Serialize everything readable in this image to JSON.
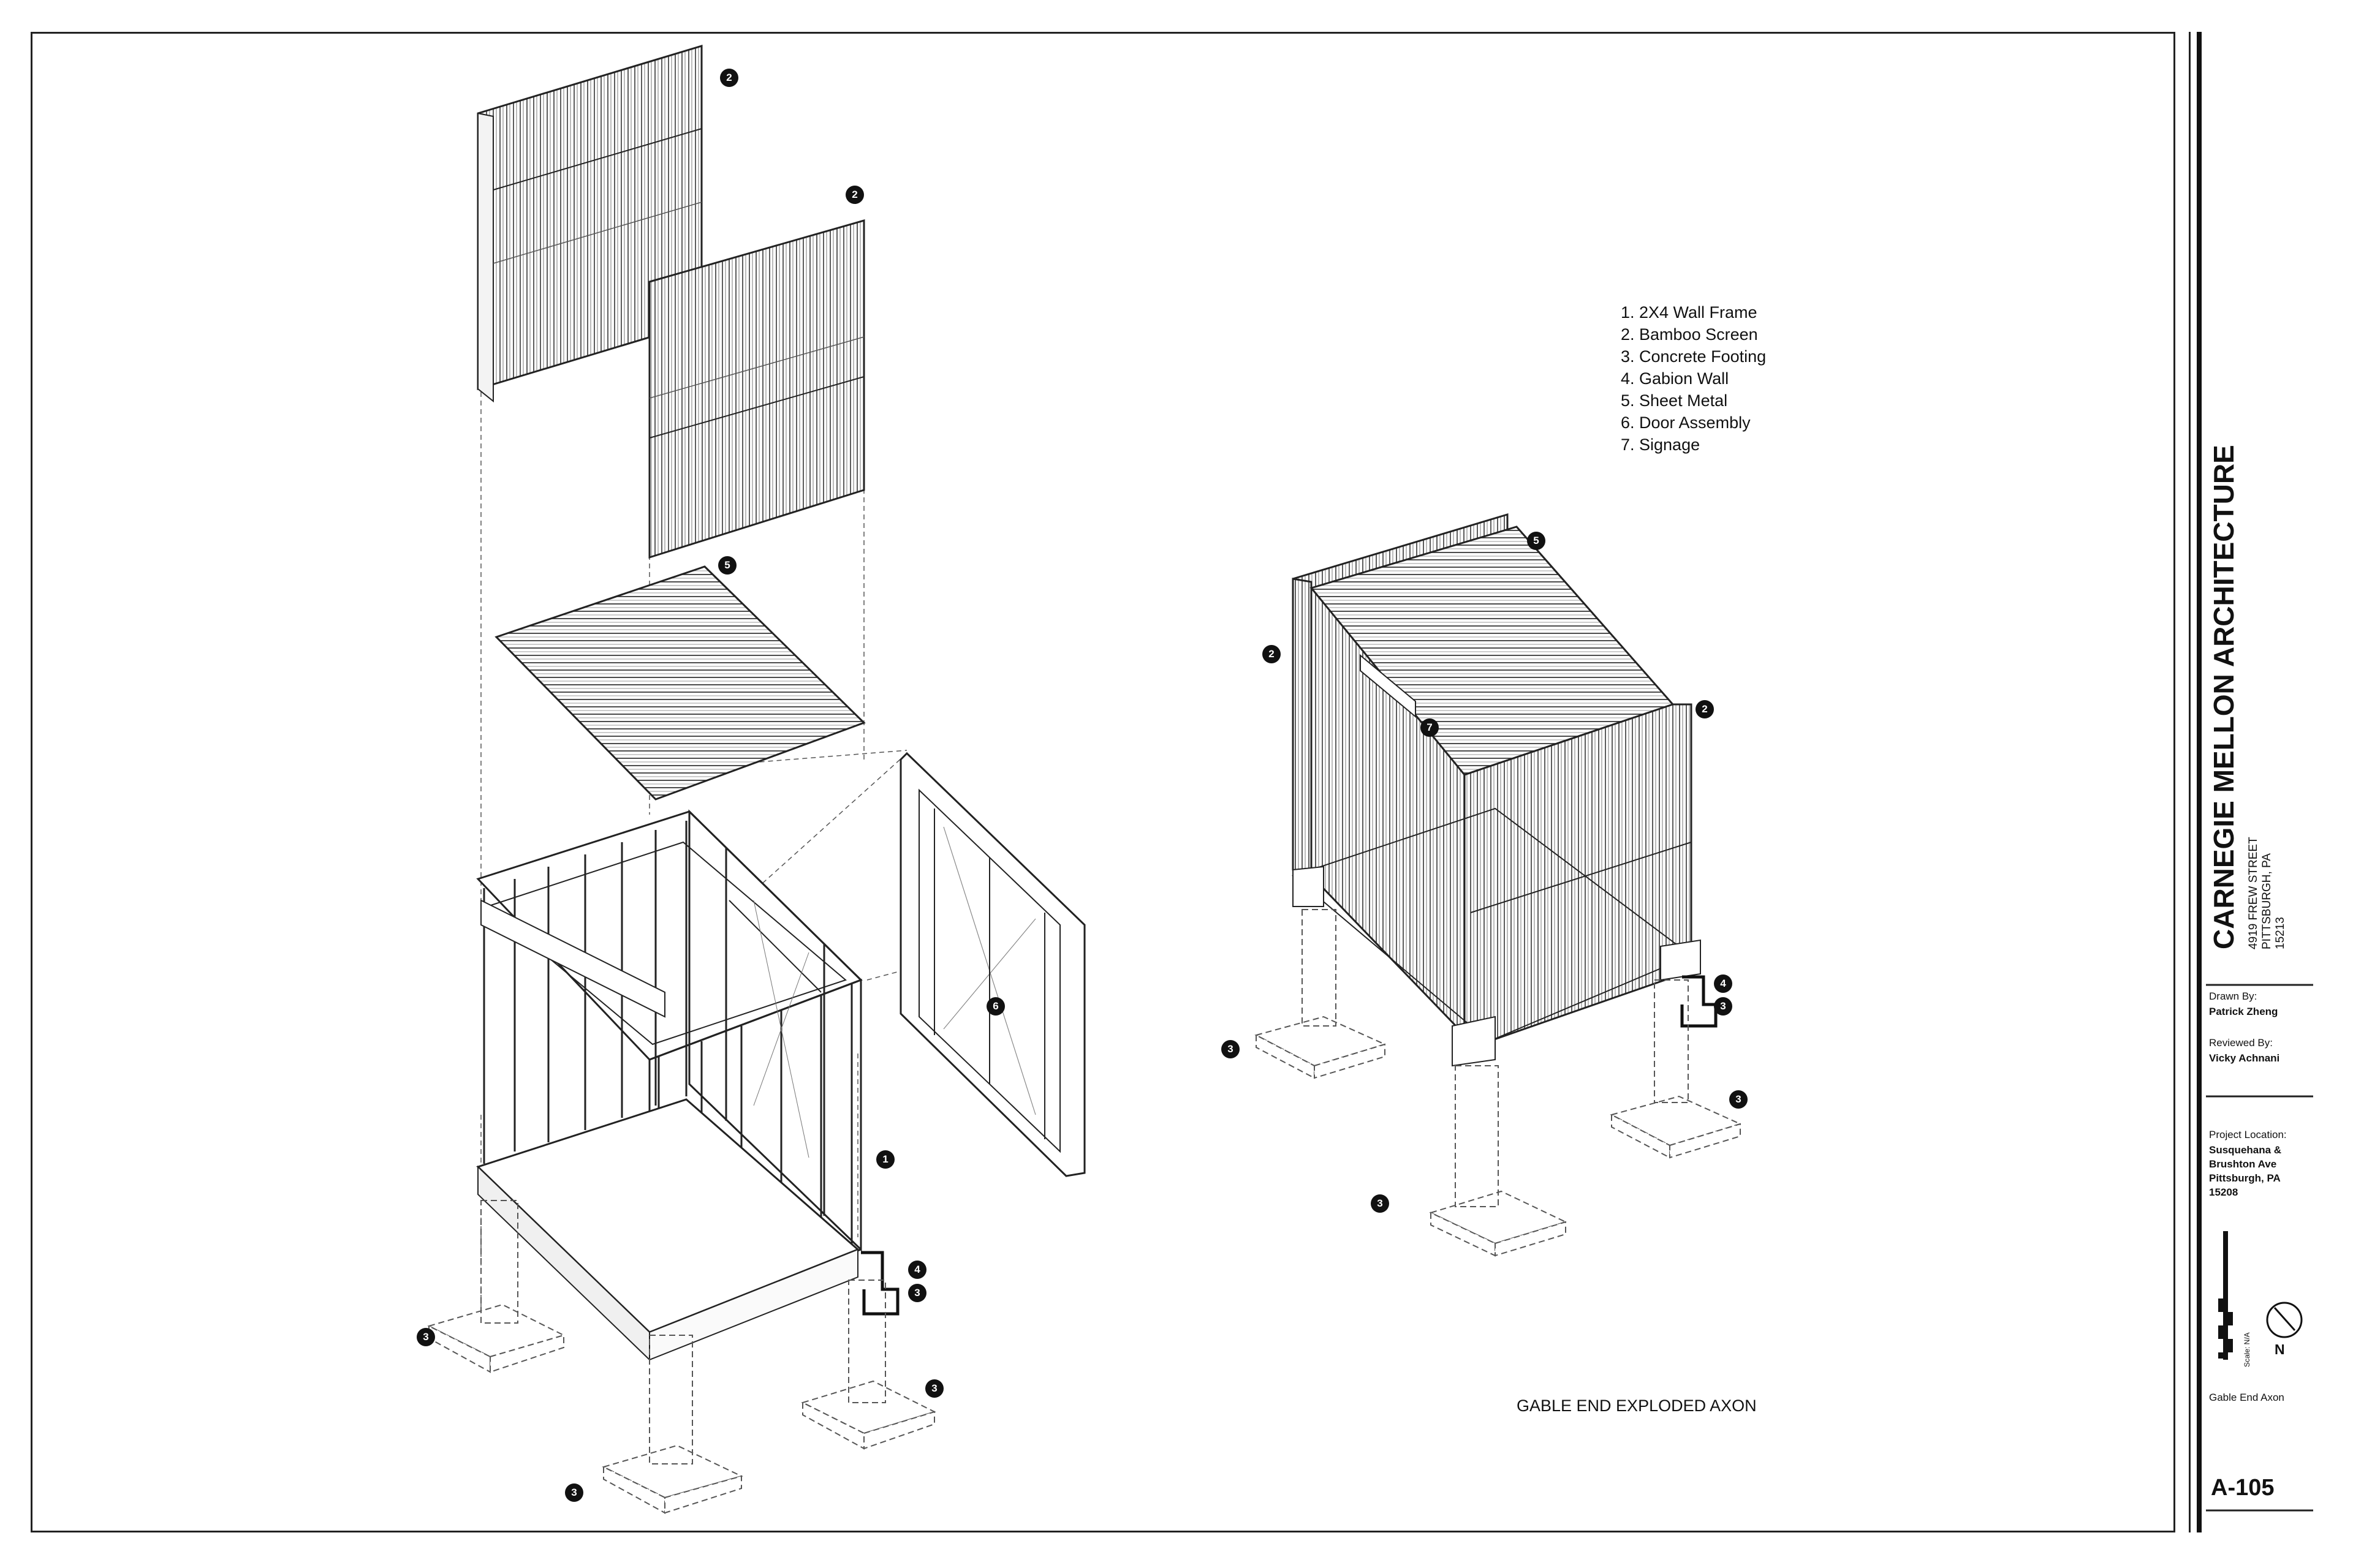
{
  "legend": [
    "1. 2X4 Wall Frame",
    "2. Bamboo Screen",
    "3. Concrete Footing",
    "4. Gabion Wall",
    "5. Sheet Metal",
    "6. Door Assembly",
    "7. Signage"
  ],
  "drawing_title": "GABLE END EXPLODED AXON",
  "callouts": {
    "c1": "2",
    "c2": "2",
    "c3": "5",
    "c4": "6",
    "c5": "1",
    "c6": "4",
    "c7": "3",
    "c8": "3",
    "c9": "3",
    "c10": "3",
    "c11": "5",
    "c12": "2",
    "c13": "2",
    "c14": "7",
    "c15": "4",
    "c16": "3",
    "c17": "3",
    "c18": "3",
    "c19": "3"
  },
  "title_block": {
    "firm_name": "CARNEGIE MELLON ARCHITECTURE",
    "address_line1": "4919 FREW STREET",
    "address_line2": "PITTSBURGH, PA",
    "address_line3": "15213",
    "drawn_by_label": "Drawn By:",
    "drawn_by": "Patrick Zheng",
    "reviewed_by_label": "Reviewed By:",
    "reviewed_by": "Vicky Achnani",
    "project_location_label": "Project Location:",
    "project_location_1": "Susquehana &",
    "project_location_2": "Brushton Ave",
    "project_location_3": "Pittsburgh, PA",
    "project_location_4": "15208",
    "scale_text": "Scale: N/A",
    "north_label": "N",
    "sheet_title": "Gable End Axon",
    "sheet_number": "A-105"
  }
}
